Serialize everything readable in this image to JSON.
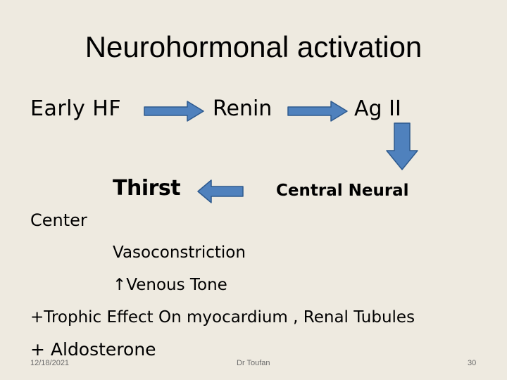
{
  "slide": {
    "title": "Neurohormonal activation",
    "flow": {
      "early_hf": "Early  HF",
      "renin": "Renin",
      "ag_ii": "Ag II",
      "thirst": "Thirst",
      "central_neural": "Central Neural",
      "center": "Center"
    },
    "effects": [
      "Vasoconstriction",
      "↑Venous Tone",
      "+Trophic Effect On myocardium , Renal Tubules",
      "+ Aldosterone"
    ],
    "arrow_color": "#4F81BD",
    "arrow_outline": "#2E5A8E"
  },
  "footer": {
    "date": "12/18/2021",
    "author": "Dr Toufan",
    "page": "30"
  }
}
